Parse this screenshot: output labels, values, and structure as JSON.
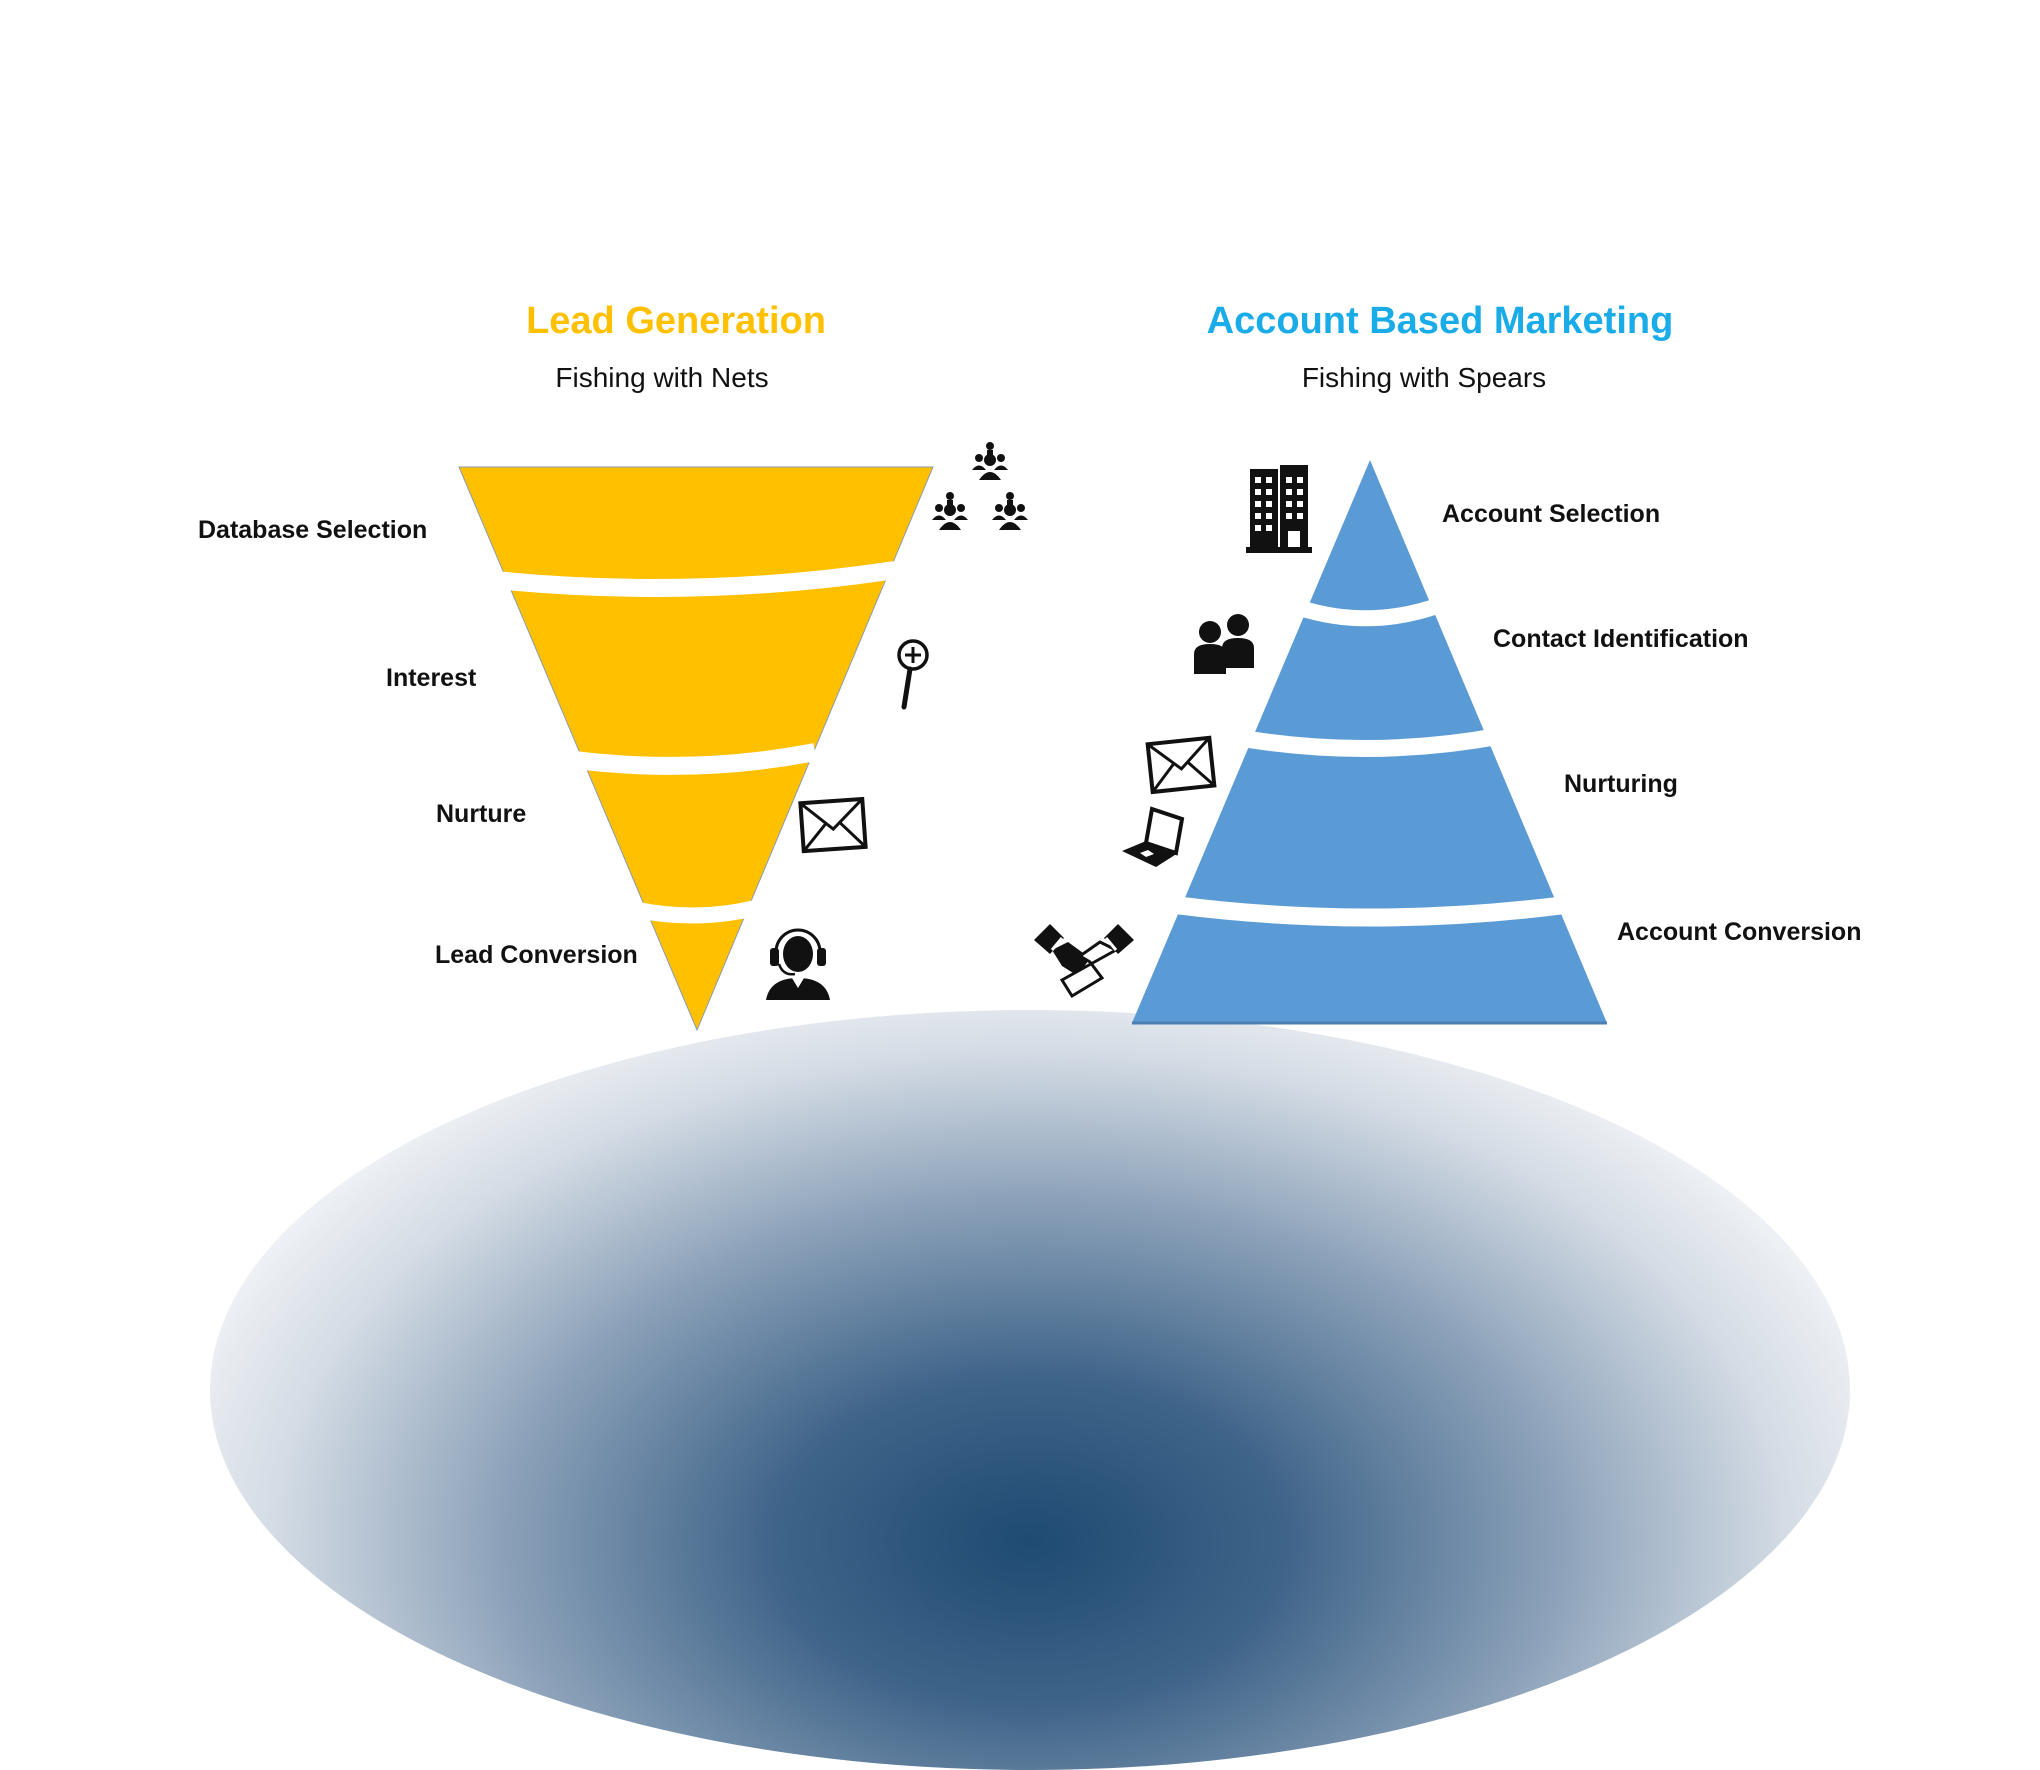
{
  "left": {
    "title": "Lead Generation",
    "subtitle": "Fishing with Nets",
    "title_color": "#FFC000",
    "shape_color": "#FFC000",
    "stages": [
      {
        "label": "Database Selection",
        "icon": "people-network-icon"
      },
      {
        "label": "Interest",
        "icon": "magnifier-plus-icon"
      },
      {
        "label": "Nurture",
        "icon": "envelope-icon"
      },
      {
        "label": "Lead Conversion",
        "icon": "headset-agent-icon"
      }
    ]
  },
  "right": {
    "title": "Account Based Marketing",
    "subtitle": "Fishing with Spears",
    "title_color": "#1AACE8",
    "shape_color": "#5B9BD5",
    "stages": [
      {
        "label": "Account Selection",
        "icon": "office-building-icon"
      },
      {
        "label": "Contact Identification",
        "icon": "two-people-icon"
      },
      {
        "label": "Nurturing",
        "icon": "envelope-laptop-icon"
      },
      {
        "label": "Account Conversion",
        "icon": "handshake-icon"
      }
    ]
  }
}
